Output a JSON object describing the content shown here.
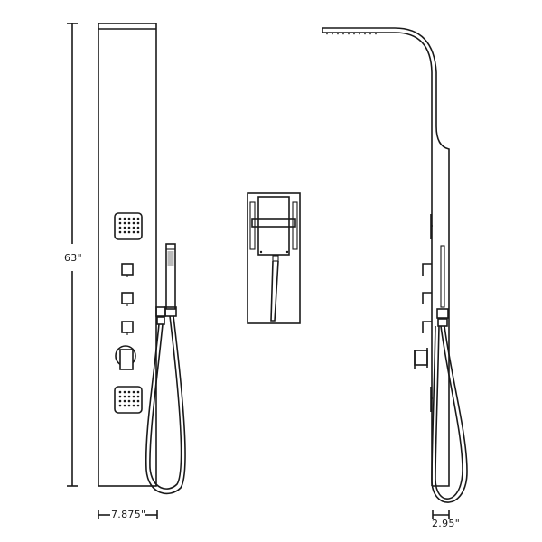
{
  "diagram": {
    "subject": "Shower panel technical drawing",
    "views": [
      {
        "name": "front-view"
      },
      {
        "name": "connection-detail-view"
      },
      {
        "name": "side-view"
      }
    ],
    "dimensions": {
      "height": "63\"",
      "width": "7.875\"",
      "depth": "2.95\""
    },
    "colors": {
      "line": "#1a1a1a",
      "background": "#ffffff"
    }
  }
}
